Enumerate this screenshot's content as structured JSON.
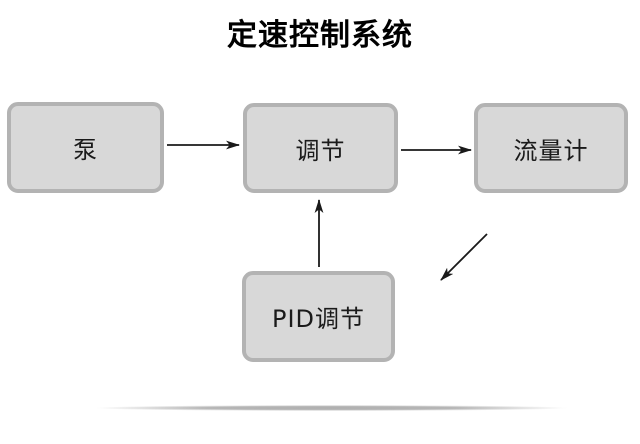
{
  "title": "定速控制系统",
  "diagram": {
    "nodes": [
      {
        "id": "pump",
        "label": "泵"
      },
      {
        "id": "regulator",
        "label": "调节"
      },
      {
        "id": "flowmeter",
        "label": "流量计"
      },
      {
        "id": "pid",
        "label": "PID调节"
      }
    ],
    "edges": [
      {
        "from": "pump",
        "to": "regulator",
        "style": "solid-arrow"
      },
      {
        "from": "regulator",
        "to": "flowmeter",
        "style": "solid-arrow"
      },
      {
        "from": "pid",
        "to": "regulator",
        "style": "solid-arrow"
      },
      {
        "from": "flowmeter",
        "to": "pid",
        "style": "solid-arrow-partial"
      }
    ],
    "colors": {
      "node_fill": "#d8d8d8",
      "node_border": "#b3b3b3",
      "arrow": "#1a1a1a",
      "title_text": "#000000",
      "divider": "#b6b6b6",
      "background": "#ffffff"
    }
  }
}
